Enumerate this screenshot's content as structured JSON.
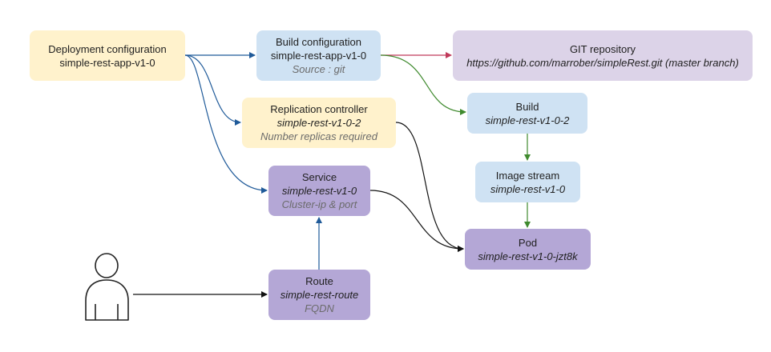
{
  "nodes": {
    "deployment_config": {
      "title": "Deployment configuration",
      "name": "simple-rest-app-v1-0"
    },
    "build_config": {
      "title": "Build configuration",
      "name": "simple-rest-app-v1-0",
      "detail": "Source : git"
    },
    "git_repo": {
      "title": "GIT repository",
      "detail": "https://github.com/marrober/simpleRest.git (master branch)"
    },
    "replication_controller": {
      "title": "Replication controller",
      "name": "simple-rest-v1-0-2",
      "detail": "Number replicas required"
    },
    "build": {
      "title": "Build",
      "name": "simple-rest-v1-0-2"
    },
    "image_stream": {
      "title": "Image stream",
      "name": "simple-rest-v1-0"
    },
    "service": {
      "title": "Service",
      "name": "simple-rest-v1-0",
      "detail": "Cluster-ip & port"
    },
    "pod": {
      "title": "Pod",
      "name": "simple-rest-v1-0-jzt8k"
    },
    "route": {
      "title": "Route",
      "name": "simple-rest-route",
      "detail": "FQDN"
    }
  },
  "colors": {
    "yellow": "#fff2cc",
    "blue": "#cfe2f3",
    "lavender": "#dcd3e8",
    "purple": "#b4a7d6",
    "edge_blue": "#1f5a99",
    "edge_red": "#c0395a",
    "edge_green": "#3f8a2e",
    "edge_black": "#111111"
  },
  "icons": {
    "user": "user-outline-icon"
  }
}
